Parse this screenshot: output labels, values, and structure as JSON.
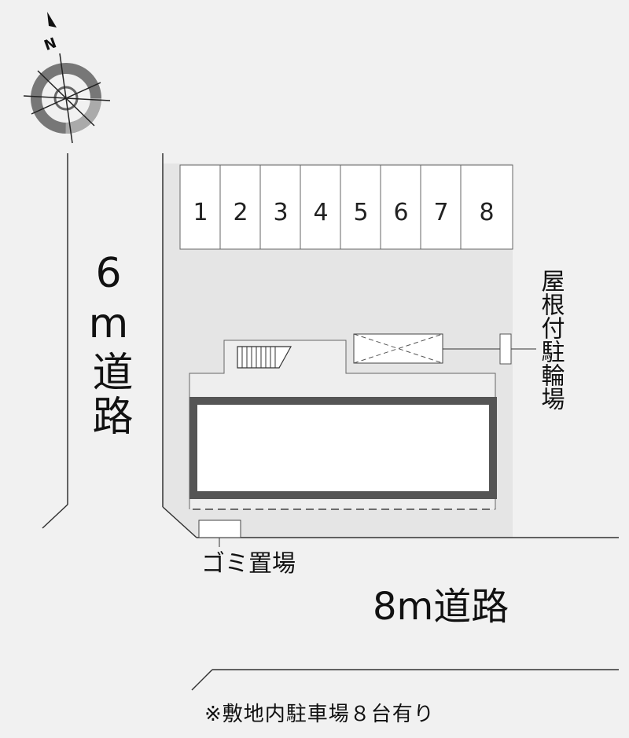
{
  "map": {
    "compass_letter": "N",
    "road_west_label": "6m道路",
    "road_south_label": "8m道路",
    "bicycle_label": "屋根付駐輪場",
    "garbage_label": "ゴミ置場",
    "footnote": "※敷地内駐車場８台有り",
    "parking_slots": [
      "1",
      "2",
      "3",
      "4",
      "5",
      "6",
      "7",
      "8"
    ],
    "colors": {
      "background": "#f1f1f1",
      "site_fill": "#e5e5e5",
      "building_frame": "#555555",
      "line": "#333333",
      "white": "#ffffff"
    }
  }
}
